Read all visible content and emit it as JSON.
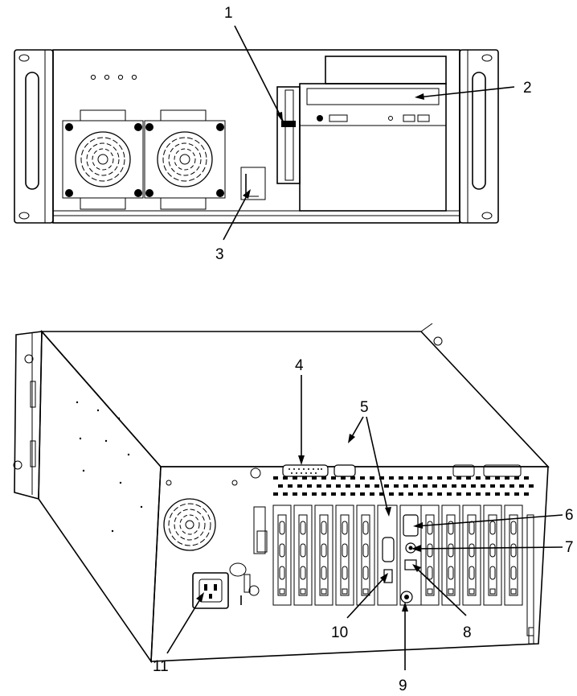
{
  "figure": {
    "front_view_callouts": [
      {
        "id": "1",
        "label": "1"
      },
      {
        "id": "2",
        "label": "2"
      },
      {
        "id": "3",
        "label": "3"
      }
    ],
    "rear_view_callouts": [
      {
        "id": "4",
        "label": "4"
      },
      {
        "id": "5",
        "label": "5"
      },
      {
        "id": "6",
        "label": "6"
      },
      {
        "id": "7",
        "label": "7"
      },
      {
        "id": "8",
        "label": "8"
      },
      {
        "id": "9",
        "label": "9"
      },
      {
        "id": "10",
        "label": "10"
      },
      {
        "id": "11",
        "label": "11"
      }
    ]
  }
}
